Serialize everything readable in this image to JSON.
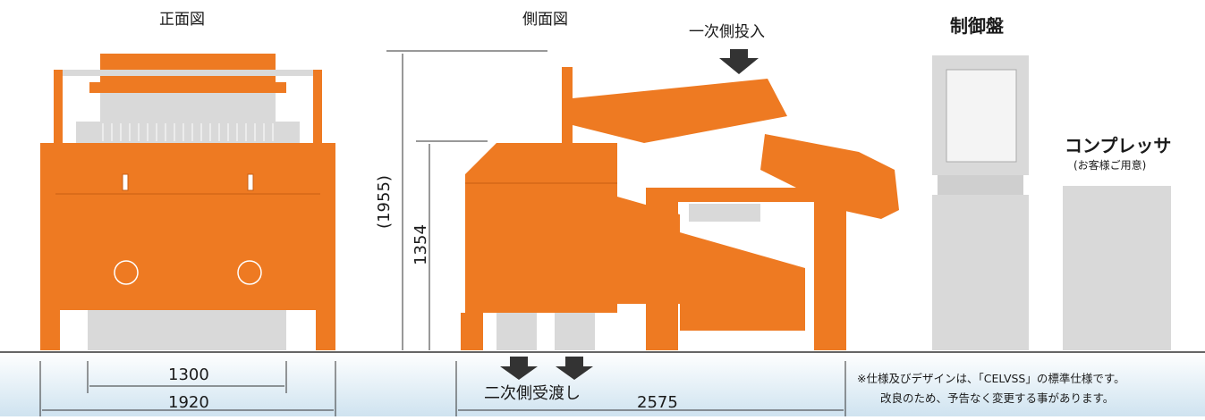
{
  "views": {
    "front_label": "正面図",
    "side_label": "側面図",
    "control_panel_label": "制御盤",
    "compressor_label": "コンプレッサ",
    "compressor_note": "(お客様ご用意)"
  },
  "flow": {
    "primary_input": "一次側投入",
    "secondary_output": "二次側受渡し"
  },
  "dimensions": {
    "front_inner_width": "1300",
    "front_total_width": "1920",
    "side_length": "2575",
    "total_height": "(1955)",
    "body_height": "1354"
  },
  "notes": {
    "line1": "※仕様及びデザインは、「CELVSS」の標準仕様です。",
    "line2": "改良のため、予告なく変更する事があります。"
  },
  "colors": {
    "machine": "#ee7a22",
    "machine_dark": "#c85e12",
    "grey_part": "#d9d9d9",
    "ground_gradient_top": "#ffffff",
    "ground_gradient_bottom": "#cfe3f0"
  }
}
